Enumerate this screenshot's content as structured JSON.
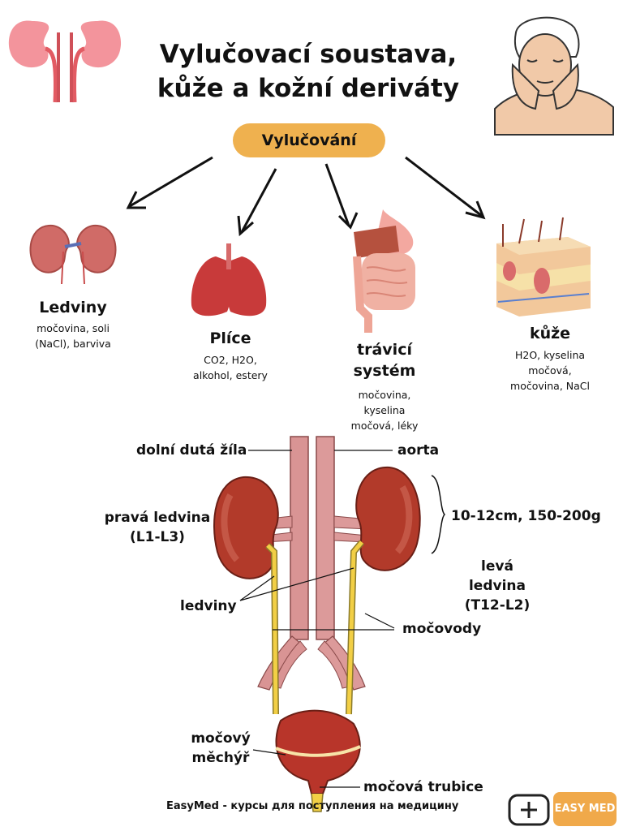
{
  "title_line1": "Vylučovací soustava,",
  "title_line2": "kůže a kožní deriváty",
  "central": "Vylučování",
  "organs": [
    {
      "name": "Ledviny",
      "desc": [
        "močovina, soli",
        "(NaCl), barviva"
      ]
    },
    {
      "name": "Plíce",
      "desc": [
        "CO2, H2O,",
        "alkohol, estery"
      ]
    },
    {
      "name": [
        "trávicí",
        "systém"
      ],
      "desc": [
        "močovina,",
        "kyselina",
        "močová, léky"
      ]
    },
    {
      "name": "kůže",
      "desc": [
        "H2O, kyselina",
        "močová,",
        "močovina, NaCl"
      ]
    }
  ],
  "anatomy": {
    "vena_cava": "dolní dutá žíla",
    "aorta": "aorta",
    "right_kidney": [
      "pravá ledvina",
      "(L1-L3)"
    ],
    "size": "10-12cm, 150-200g",
    "left_kidney": [
      "levá ledvina",
      "(T12-L2)"
    ],
    "kidneys": "ledviny",
    "ureters": "močovody",
    "bladder": [
      "močový",
      "měchýř"
    ],
    "urethra": "močová trubice"
  },
  "footer": "EasyMed - курсы для поступления на медицину",
  "logo_text": "EASY MED",
  "colors": {
    "pill": "#efb14f",
    "kidney": "#b23a2a",
    "vessel": "#d98a8a",
    "ureter": "#f2cf45",
    "logo": "#f0a94a"
  }
}
